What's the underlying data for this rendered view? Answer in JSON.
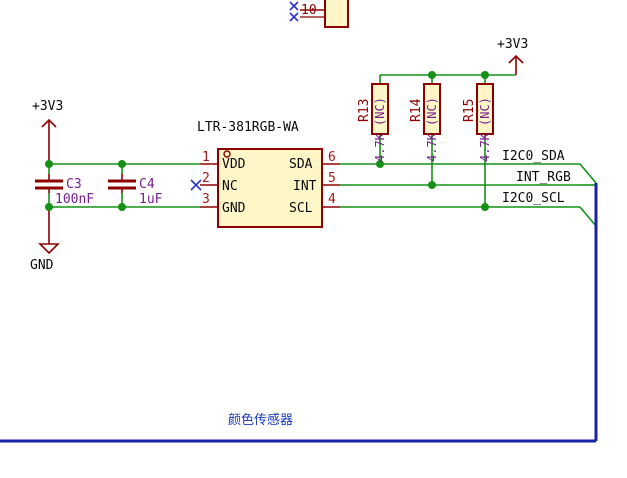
{
  "colors": {
    "wire": "#169016",
    "component": "#8e0000",
    "pin_text": "#a11c1c",
    "value_text": "#7a1f8f",
    "label_text": "#0a0a0a",
    "power": "#8e0000",
    "bus": "#1a23a8",
    "junction": "#169016",
    "sheet_label": "#1a3ab8",
    "no_connect": "#2b33c4"
  },
  "top_connector": {
    "pin_number": "10"
  },
  "power_ports": [
    {
      "id": "pwr-left",
      "label": "+3V3"
    },
    {
      "id": "pwr-right",
      "label": "+3V3"
    }
  ],
  "ground": {
    "label": "GND"
  },
  "capacitors": [
    {
      "ref": "C3",
      "value": "100nF"
    },
    {
      "ref": "C4",
      "value": "1uF"
    }
  ],
  "resistors": [
    {
      "ref": "R13",
      "value": "4.7K",
      "extra": "(NC)"
    },
    {
      "ref": "R14",
      "value": "4.7K",
      "extra": "(NC)"
    },
    {
      "ref": "R15",
      "value": "4.7K",
      "extra": "(NC)"
    }
  ],
  "ic": {
    "name": "LTR-381RGB-WA",
    "left_pins": [
      {
        "num": "1",
        "name": "VDD"
      },
      {
        "num": "2",
        "name": "NC"
      },
      {
        "num": "3",
        "name": "GND"
      }
    ],
    "right_pins": [
      {
        "num": "6",
        "name": "SDA"
      },
      {
        "num": "5",
        "name": "INT"
      },
      {
        "num": "4",
        "name": "SCL"
      }
    ]
  },
  "net_labels": [
    "I2C0_SDA",
    "INT_RGB",
    "I2C0_SCL"
  ],
  "sheet_title": "颜色传感器"
}
